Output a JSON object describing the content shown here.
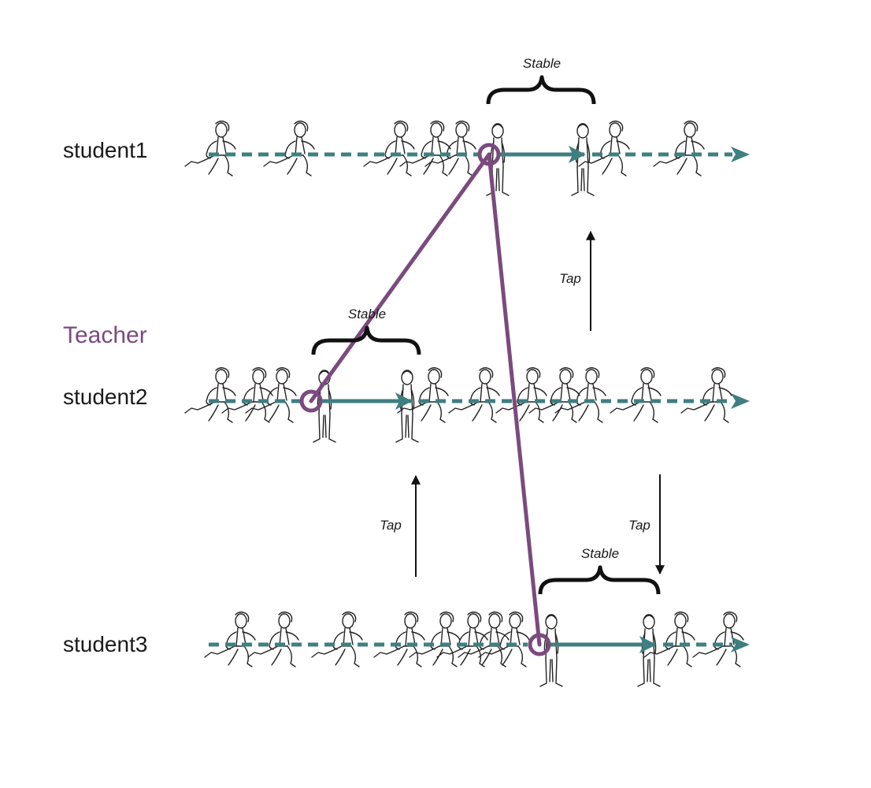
{
  "diagram": {
    "teacher_label": "Teacher",
    "rows": [
      {
        "id": "student1",
        "label": "student1"
      },
      {
        "id": "student2",
        "label": "student2"
      },
      {
        "id": "student3",
        "label": "student3"
      }
    ],
    "annotations": {
      "stable": "Stable",
      "tap": "Tap"
    }
  },
  "colors": {
    "timeline": "#3f7f80",
    "teacher": "#7b4a7e",
    "ink": "#1a1a1a"
  },
  "icons": [
    "running-figure-icon",
    "standing-figure-icon",
    "sync-point-circle-icon"
  ]
}
